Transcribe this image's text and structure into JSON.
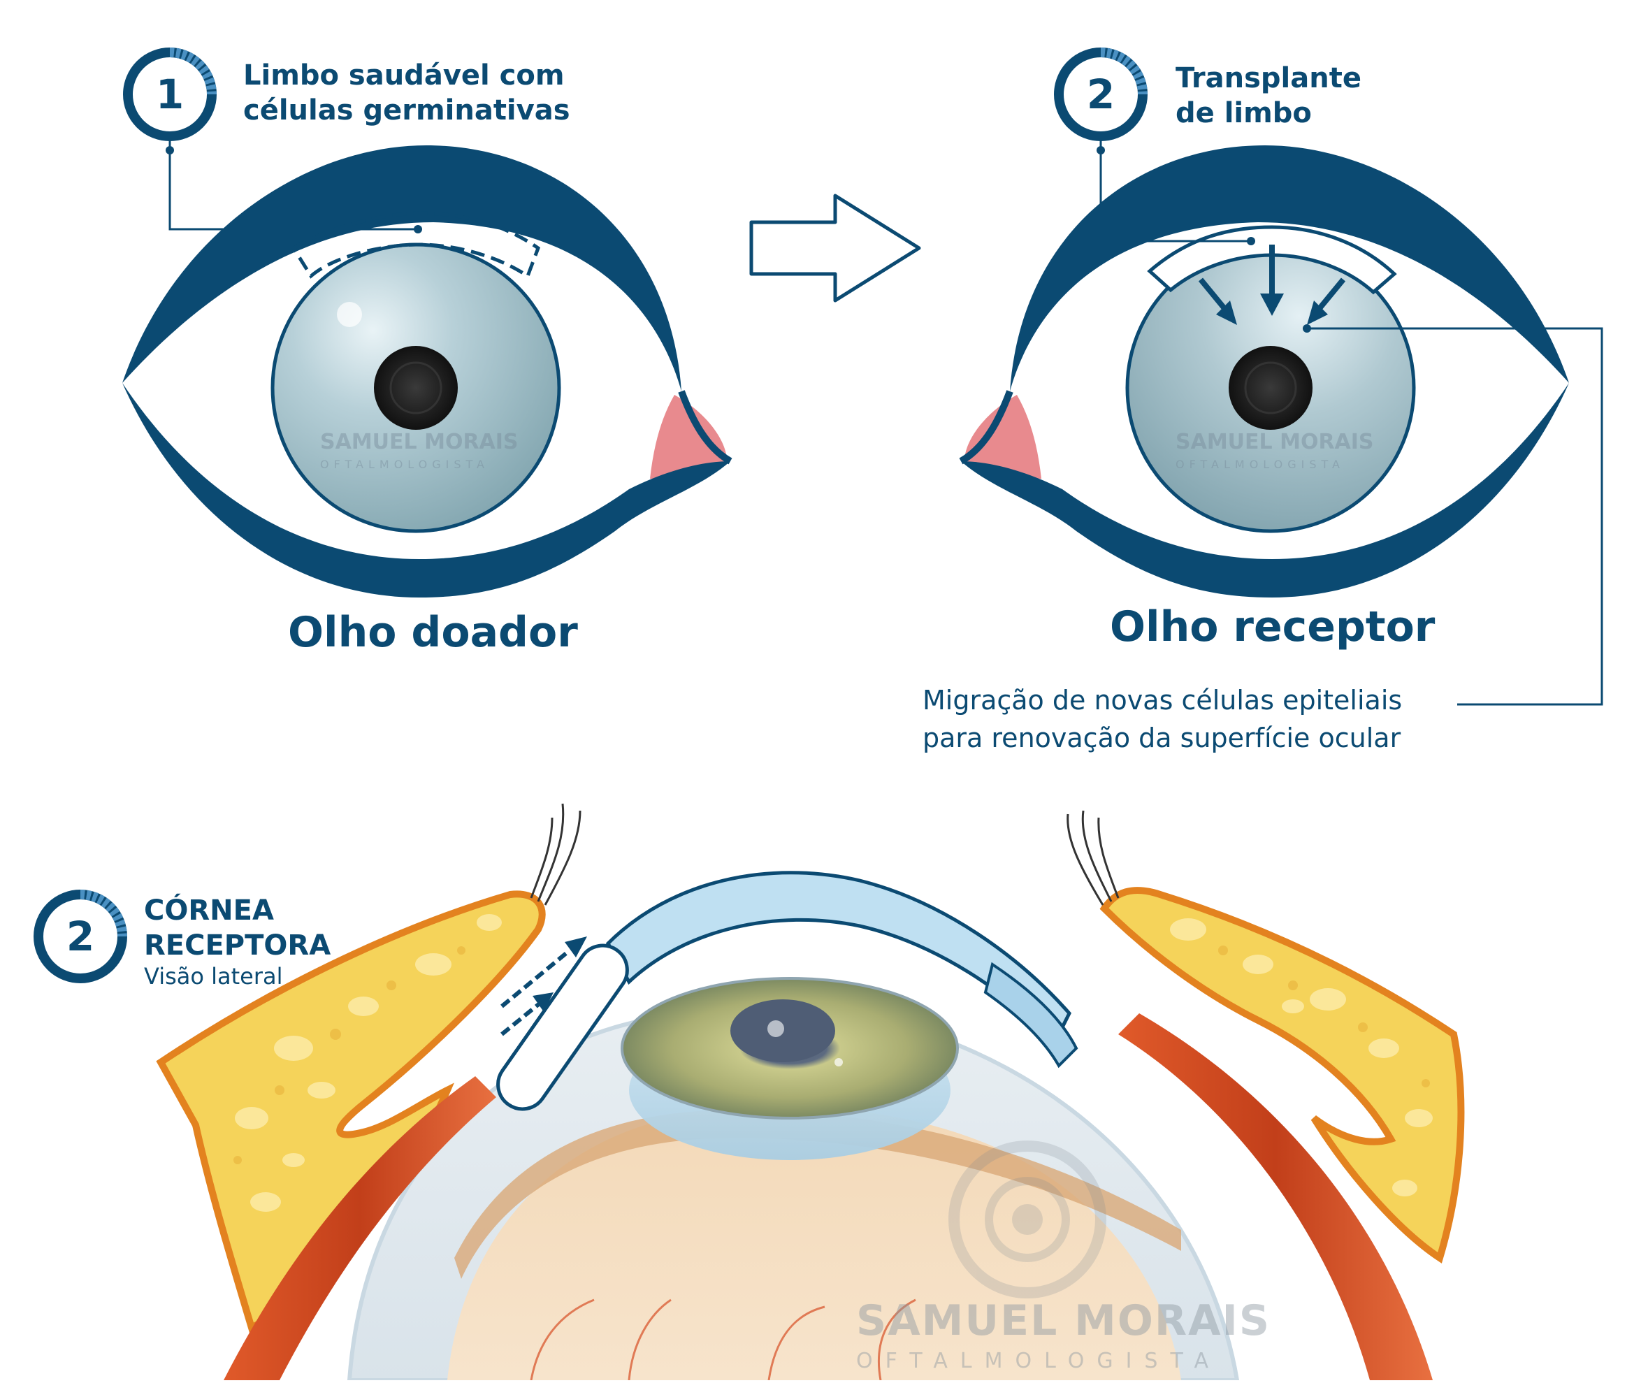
{
  "colors": {
    "navy": "#0b4a72",
    "iris": "#a9c4cc",
    "caruncle": "#e88a8e",
    "cornea": "#bfe0f2",
    "fat": "#f5d35a",
    "muscle": "#c8451d"
  },
  "step1": {
    "number": "1",
    "label_line1": "Limbo saudável com",
    "label_line2": "células germinativas"
  },
  "step2": {
    "number": "2",
    "label_line1": "Transplante",
    "label_line2": "de limbo"
  },
  "donor_eye": {
    "title": "Olho doador"
  },
  "receptor_eye": {
    "title": "Olho receptor"
  },
  "migration_note": "Migração de novas células epiteliais para renovação da superfície ocular",
  "side_view": {
    "number": "2",
    "title_line1": "CÓRNEA",
    "title_line2": "RECEPTORA",
    "subtitle": "Visão lateral"
  },
  "watermark": {
    "name": "SAMUEL MORAIS",
    "role": "OFTALMOLOGISTA"
  },
  "icons": [
    "arrow-right-icon",
    "migration-arrow-icon",
    "step-badge-icon"
  ]
}
